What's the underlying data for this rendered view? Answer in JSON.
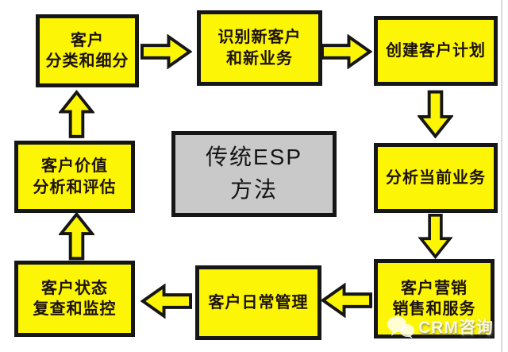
{
  "diagram": {
    "center": {
      "lines": [
        "传统ESP",
        "方法"
      ]
    },
    "nodes": [
      {
        "id": "classify",
        "lines": [
          "客户",
          "分类和细分"
        ]
      },
      {
        "id": "identify",
        "lines": [
          "识别新客户",
          "和新业务"
        ]
      },
      {
        "id": "create-plan",
        "lines": [
          "创建客户计划"
        ]
      },
      {
        "id": "analyze",
        "lines": [
          "分析当前业务"
        ]
      },
      {
        "id": "marketing",
        "lines": [
          "客户营销",
          "销售和服务"
        ]
      },
      {
        "id": "daily-mgmt",
        "lines": [
          "客户日常管理"
        ]
      },
      {
        "id": "status-review",
        "lines": [
          "客户状态",
          "复查和监控"
        ]
      },
      {
        "id": "value-analysis",
        "lines": [
          "客户价值",
          "分析和评估"
        ]
      }
    ],
    "flow": [
      {
        "from": "classify",
        "to": "identify"
      },
      {
        "from": "identify",
        "to": "create-plan"
      },
      {
        "from": "create-plan",
        "to": "analyze"
      },
      {
        "from": "analyze",
        "to": "marketing"
      },
      {
        "from": "marketing",
        "to": "daily-mgmt"
      },
      {
        "from": "daily-mgmt",
        "to": "status-review"
      },
      {
        "from": "status-review",
        "to": "value-analysis"
      },
      {
        "from": "value-analysis",
        "to": "classify"
      }
    ]
  },
  "watermark": {
    "label": "CRM咨询"
  },
  "colors": {
    "node_fill": "#fcf505",
    "node_border": "#161616",
    "node_text": "#1c120a",
    "center_fill": "#c9c9c9",
    "center_text": "#141414",
    "background": "#ffffff"
  }
}
